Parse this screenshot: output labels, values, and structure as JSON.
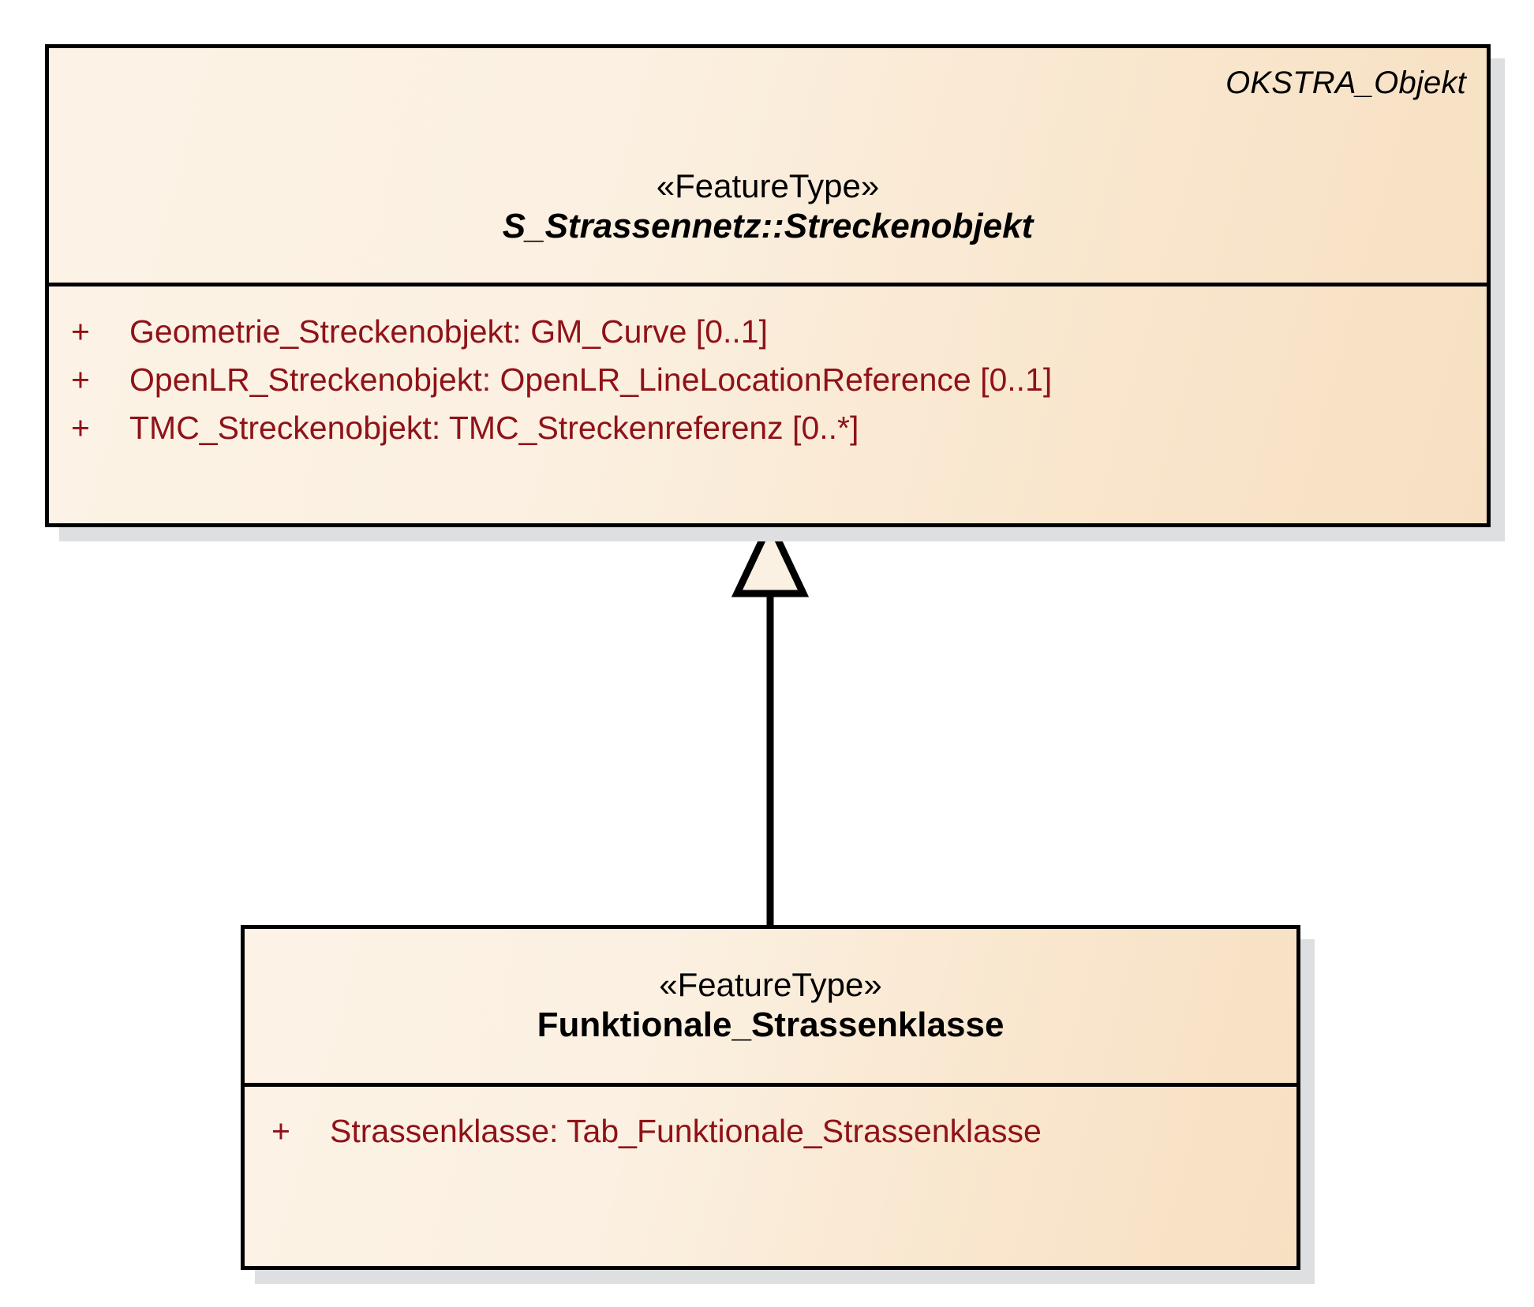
{
  "diagram": {
    "type": "uml-class-diagram",
    "background_color": "#ffffff",
    "colors": {
      "class_fill_light": "#fcf3e6",
      "class_fill_dark": "#f7e0c2",
      "border": "#000000",
      "attribute_text": "#8f1218",
      "shadow": "#dedfe0"
    },
    "classes": [
      {
        "id": "streckenobjekt",
        "corner_tag": "OKSTRA_Objekt",
        "stereotype": "«FeatureType»",
        "name": "S_Strassennetz::Streckenobjekt",
        "abstract": true,
        "attributes": [
          {
            "visibility": "+",
            "text": "Geometrie_Streckenobjekt: GM_Curve [0..1]"
          },
          {
            "visibility": "+",
            "text": "OpenLR_Streckenobjekt: OpenLR_LineLocationReference [0..1]"
          },
          {
            "visibility": "+",
            "text": "TMC_Streckenobjekt: TMC_Streckenreferenz [0..*]"
          }
        ]
      },
      {
        "id": "funktionale-strassenklasse",
        "corner_tag": "",
        "stereotype": "«FeatureType»",
        "name": "Funktionale_Strassenklasse",
        "abstract": false,
        "attributes": [
          {
            "visibility": "+",
            "text": "Strassenklasse: Tab_Funktionale_Strassenklasse"
          }
        ]
      }
    ],
    "relationships": [
      {
        "kind": "generalization",
        "from": "Funktionale_Strassenklasse",
        "to": "S_Strassennetz::Streckenobjekt",
        "arrow": "hollow-triangle"
      }
    ]
  }
}
